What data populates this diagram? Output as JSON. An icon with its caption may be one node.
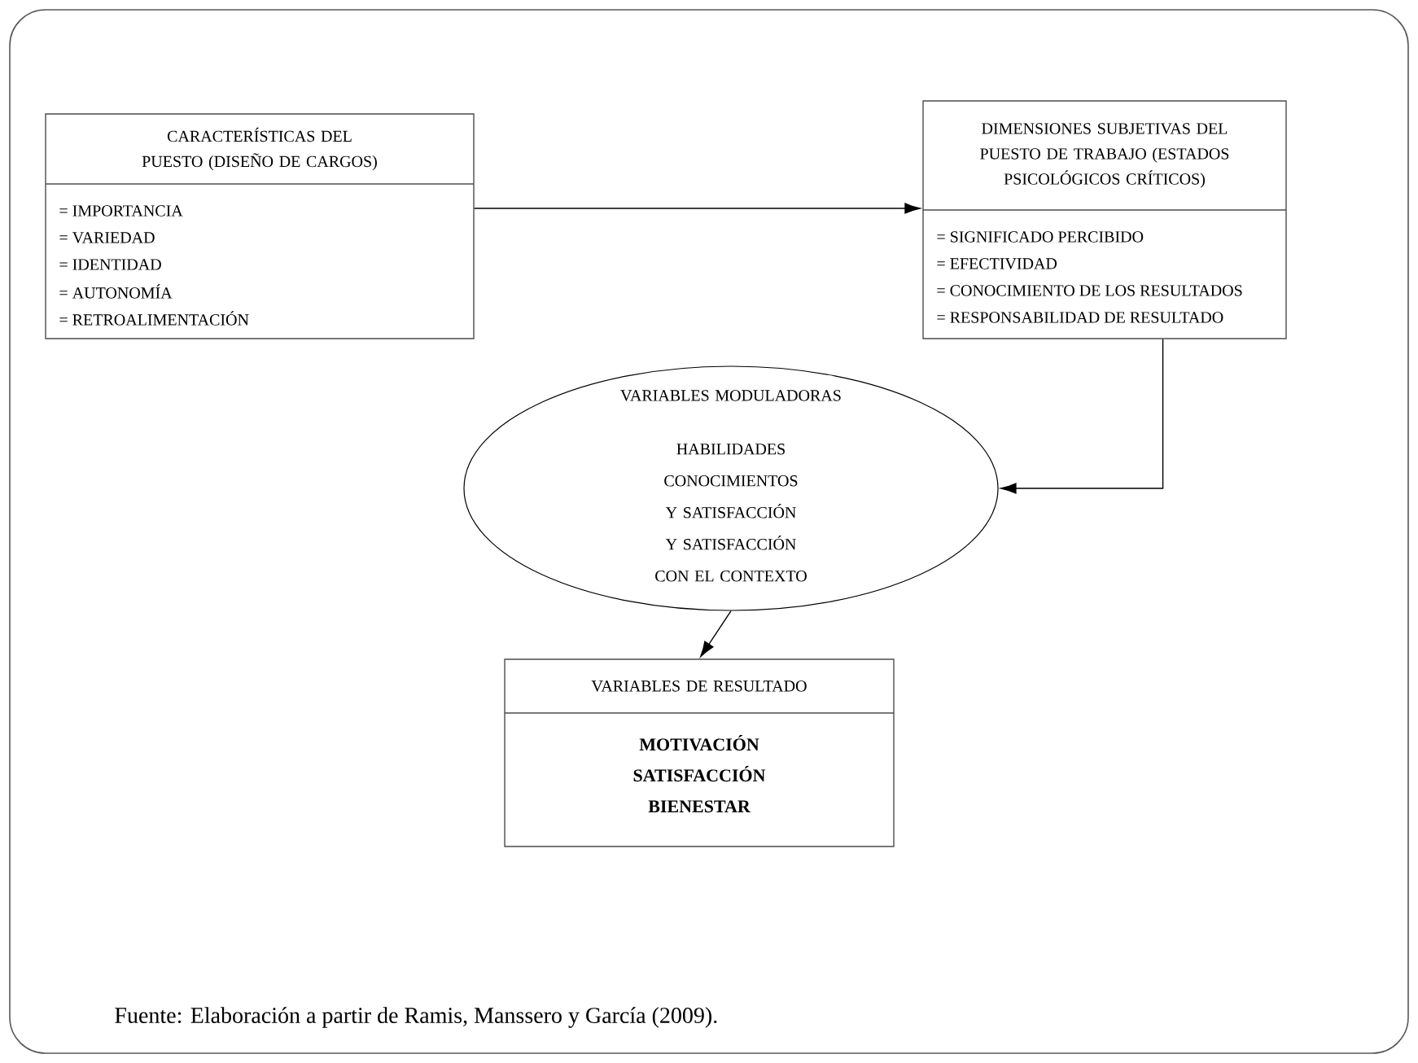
{
  "diagram": {
    "caption": "Fuente: Elaboración a partir de Ramis, Manssero y García (2009).",
    "nodes": [
      {
        "text": [
          "CARACTERÍSTICAS DEL PUESTO (DISEÑO DE CARGOS)",
          "= IMPORTANCIA",
          "= VARIEDAD",
          "= IDENTIDAD",
          "= AUTONOMÍA",
          "= RETROALIMENTACIÓN"
        ]
      },
      {
        "text": [
          "DIMENSIONES SUBJETIVAS DEL PUESTO DE TRABAJO (ESTADOS PSICOLÓGICOS CRÍTICOS)",
          "= SIGNIFICADO PERCIBIDO",
          "= EFECTIVIDAD",
          "= CONOCIMIENTO DE LOS RESULTADOS",
          "= RESPONSABILIDAD DE RESULTADO"
        ]
      },
      {
        "text": [
          "VARIABLES MODULADORAS",
          "HABILIDADES CONOCIMIENTOS Y SATISFACCIÓN Y SATISFACCIÓN CON EL CONTEXTO"
        ]
      },
      {
        "text": [
          "VARIABLES DE RESULTADO",
          "MOTIVACIÓN SATISFACCIÓN BIENESTAR"
        ]
      }
    ],
    "edges": [
      {
        "from": 0,
        "to": 1,
        "arrow": "to"
      },
      {
        "from": 1,
        "to": 2,
        "arrow": "to"
      },
      {
        "from": 2,
        "to": 3,
        "arrow": "to"
      }
    ]
  }
}
